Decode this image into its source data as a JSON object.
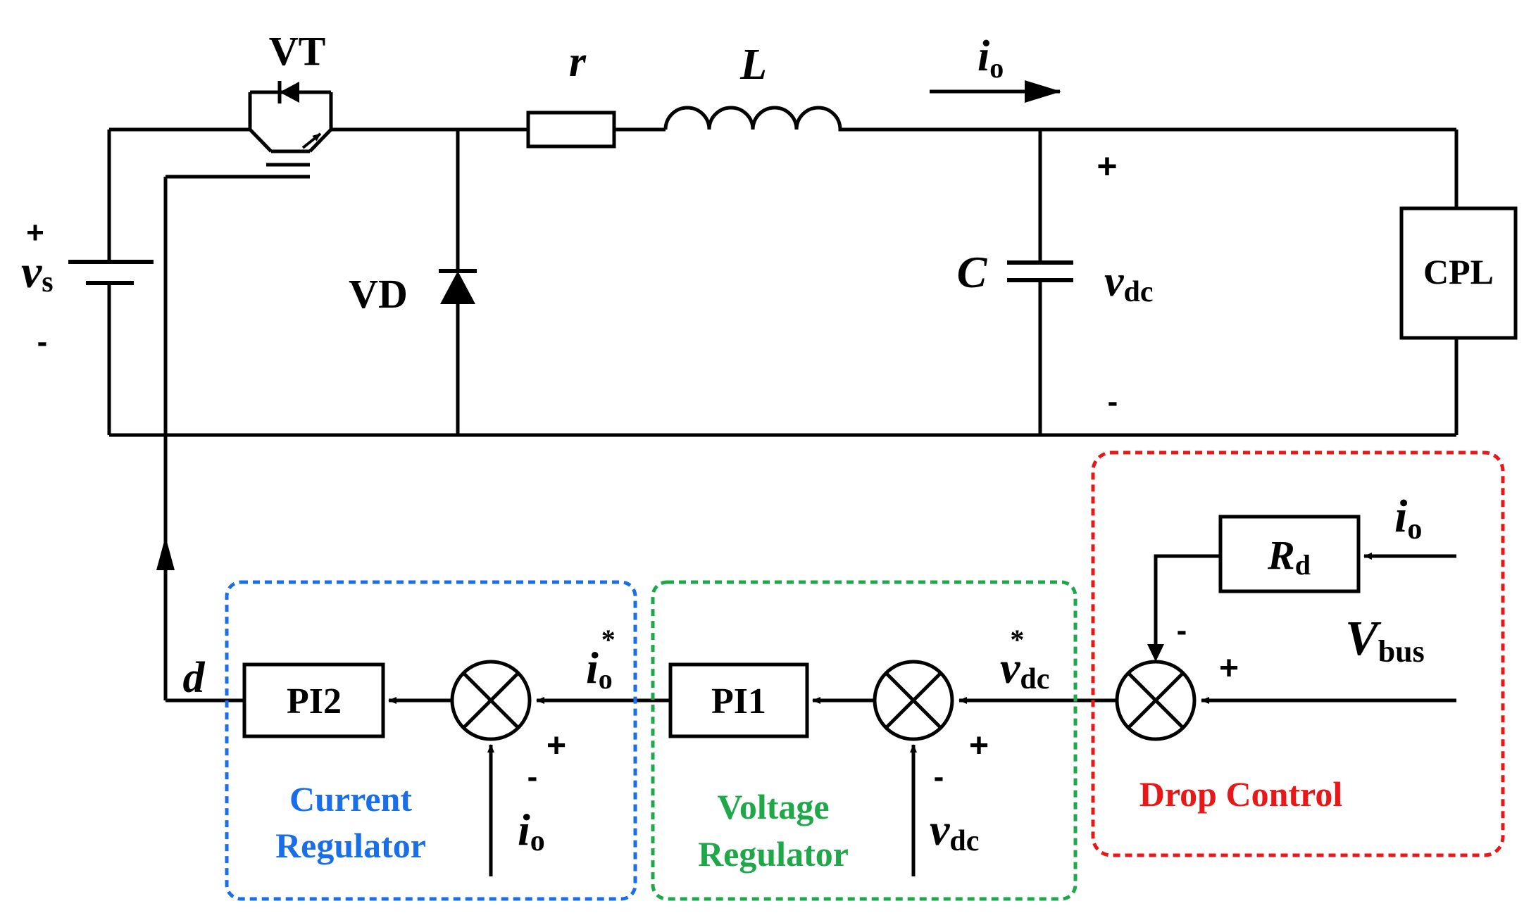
{
  "colors": {
    "line": "#000000",
    "current_regulator": "#1a6fe8",
    "voltage_regulator": "#1fa84a",
    "drop_control": "#e81818"
  },
  "circuit": {
    "source": {
      "sym": "v",
      "sub": "s",
      "plus": "+",
      "minus": "-"
    },
    "switch": {
      "label": "VT"
    },
    "diode": {
      "label": "VD"
    },
    "resistor": {
      "label": "r"
    },
    "inductor": {
      "label": "L"
    },
    "current": {
      "sym": "i",
      "sub": "o"
    },
    "capacitor": {
      "label": "C"
    },
    "output_voltage": {
      "sym": "v",
      "sub": "dc",
      "plus": "+",
      "minus": "-"
    },
    "load": {
      "label": "CPL"
    }
  },
  "control": {
    "duty": {
      "label": "d"
    },
    "pi2": {
      "label": "PI2"
    },
    "pi1": {
      "label": "PI1"
    },
    "rd": {
      "sym": "R",
      "sub": "d"
    },
    "i_ref": {
      "sym": "i",
      "sub": "o",
      "sup": "*"
    },
    "v_ref": {
      "sym": "v",
      "sub": "dc",
      "sup": "*"
    },
    "i_fb": {
      "sym": "i",
      "sub": "o"
    },
    "v_fb": {
      "sym": "v",
      "sub": "dc"
    },
    "io_in": {
      "sym": "i",
      "sub": "o"
    },
    "vbus_in": {
      "sym": "V",
      "sub": "bus"
    },
    "sum1": {
      "plus": "+",
      "minus": "-"
    },
    "sum2": {
      "plus": "+",
      "minus": "-"
    },
    "sum3": {
      "plus": "+",
      "minus": "-"
    }
  },
  "groups": {
    "current_regulator": {
      "line1": "Current",
      "line2": "Regulator"
    },
    "voltage_regulator": {
      "line1": "Voltage",
      "line2": "Regulator"
    },
    "drop_control": {
      "line1": "Drop Control"
    }
  }
}
